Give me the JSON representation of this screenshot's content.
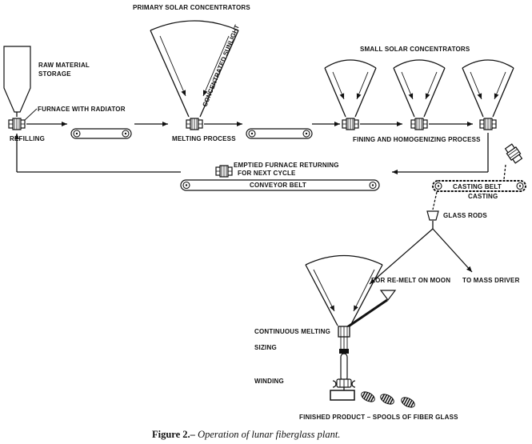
{
  "labels": {
    "raw_material_storage_1": "RAW MATERIAL",
    "raw_material_storage_2": "STORAGE",
    "furnace_with_radiator": "FURNACE WITH RADIATOR",
    "refilling": "REFILLING",
    "primary_solar_concentrators": "PRIMARY SOLAR CONCENTRATORS",
    "concentrated_sunlight": "CONCENTRATED SUNLIGHT",
    "melting_process": "MELTING PROCESS",
    "small_solar_concentrators": "SMALL SOLAR CONCENTRATORS",
    "fining_homogenizing": "FINING AND HOMOGENIZING PROCESS",
    "emptied_furnace_1": "EMPTIED FURNACE RETURNING",
    "emptied_furnace_2": "FOR NEXT CYCLE",
    "conveyor_belt": "CONVEYOR BELT",
    "casting_belt": "CASTING BELT",
    "casting": "CASTING",
    "glass_rods": "GLASS RODS",
    "for_remelt": "FOR RE-MELT ON MOON",
    "to_mass_driver": "TO MASS DRIVER",
    "continuous_melting": "CONTINUOUS MELTING",
    "sizing": "SIZING",
    "winding": "WINDING",
    "finished_product": "FINISHED PRODUCT – SPOOLS OF FIBER GLASS"
  },
  "caption": {
    "figure": "Figure 2.–",
    "title": " Operation of lunar fiberglass plant."
  }
}
